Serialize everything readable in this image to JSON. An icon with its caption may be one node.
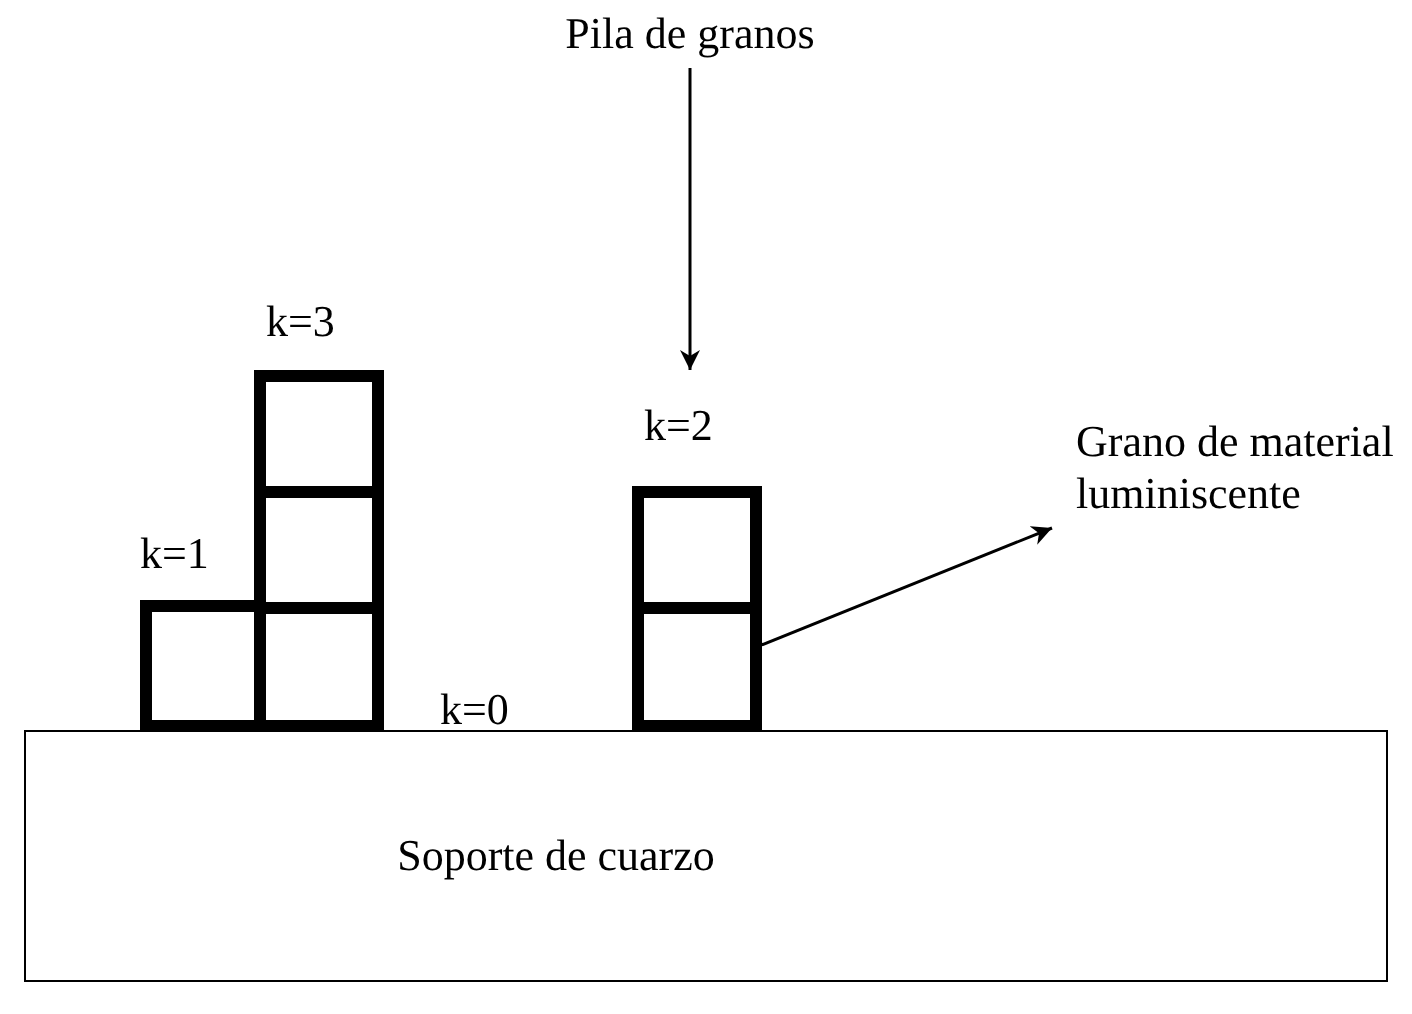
{
  "diagram": {
    "nodes": [
      {
        "text": [
          "Pila de granos"
        ]
      },
      {
        "text": [
          "Grano de material luminiscente"
        ]
      },
      {
        "text": [
          "Soporte de cuarzo"
        ]
      },
      {
        "text": [],
        "shape": "box"
      },
      {
        "text": [],
        "shape": "box"
      },
      {
        "text": [],
        "shape": "box"
      },
      {
        "text": [],
        "shape": "box"
      },
      {
        "text": [],
        "shape": "box"
      },
      {
        "text": [],
        "shape": "box"
      }
    ],
    "edges": [
      {
        "from": 0,
        "to": null,
        "arrow": "to"
      },
      {
        "from": 8,
        "to": 1,
        "arrow": "to"
      }
    ],
    "labels": [
      "k=3",
      "k=1",
      "k=0",
      "k=2"
    ]
  }
}
